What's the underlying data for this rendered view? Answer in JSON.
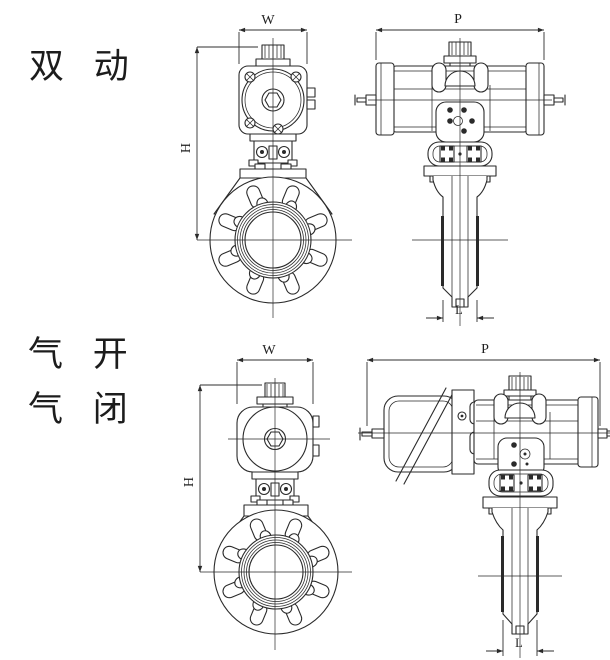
{
  "colors": {
    "background": "#ffffff",
    "line": "#2a2a2a",
    "text": "#1c1c1c"
  },
  "sections": {
    "double_acting": {
      "label": "双 动",
      "front_view": {
        "width_dim": "W",
        "height_dim": "H"
      },
      "side_view": {
        "span_dim": "P",
        "face_to_face_dim": "L"
      }
    },
    "air_open_close": {
      "label_open": "气 开",
      "label_close": "气 闭",
      "front_view": {
        "width_dim": "W",
        "height_dim": "H"
      },
      "side_view": {
        "span_dim": "P",
        "face_to_face_dim": "L"
      }
    }
  }
}
